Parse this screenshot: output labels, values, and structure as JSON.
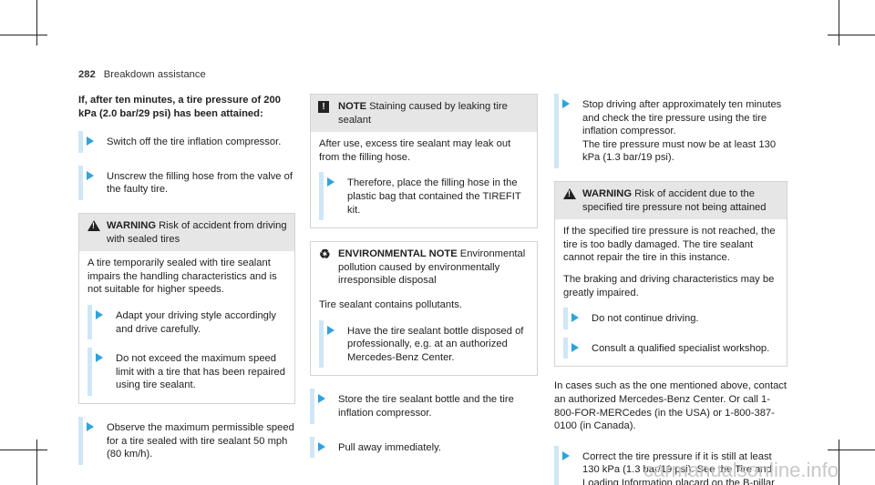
{
  "header": {
    "page_number": "282",
    "section": "Breakdown assistance"
  },
  "col1": {
    "heading": "If, after ten minutes, a tire pressure of 200 kPa (2.0 bar/29 psi) has been attained:",
    "steps": [
      "Switch off the tire inflation compressor.",
      "Unscrew the filling hose from the valve of the faulty tire."
    ],
    "warning": {
      "label": "WARNING",
      "title": "Risk of accident from driving with sealed tires",
      "body": "A tire temporarily sealed with tire sealant impairs the handling characteristics and is not suitable for higher speeds.",
      "steps": [
        "Adapt your driving style accordingly and drive carefully.",
        "Do not exceed the maximum speed limit with a tire that has been repaired using tire sealant."
      ]
    },
    "final_step": "Observe the maximum permissible speed for a tire sealed with tire sealant 50 mph (80 km/h)."
  },
  "col2": {
    "note": {
      "label": "NOTE",
      "title": "Staining caused by leaking tire sealant",
      "body": "After use, excess tire sealant may leak out from the filling hose.",
      "step": "Therefore, place the filling hose in the plastic bag that contained the TIREFIT kit."
    },
    "env": {
      "label": "ENVIRONMENTAL NOTE",
      "title": "Environmental pollution caused by environmentally irresponsible disposal",
      "body": "Tire sealant contains pollutants.",
      "step": "Have the tire sealant bottle disposed of professionally, e.g. at an authorized Mercedes-Benz Center."
    },
    "steps": [
      "Store the tire sealant bottle and the tire inflation compressor.",
      "Pull away immediately."
    ]
  },
  "col3": {
    "step1": "Stop driving after approximately ten minutes and check the tire pressure using the tire inflation compressor.",
    "step1_b": "The tire pressure must now be at least 130 kPa (1.3 bar/19 psi).",
    "warning": {
      "label": "WARNING",
      "title": "Risk of accident due to the specified tire pressure not being attained",
      "body1": "If the specified tire pressure is not reached, the tire is too badly damaged. The tire sealant cannot repair the tire in this instance.",
      "body2": "The braking and driving characteristics may be greatly impaired.",
      "steps": [
        "Do not continue driving.",
        "Consult a qualified specialist workshop."
      ]
    },
    "para": "In cases such as the one mentioned above, contact an authorized Mercedes-Benz Center. Or call 1-800-FOR-MERCedes (in the USA) or 1-800-387-0100 (in Canada).",
    "last_step": "Correct the tire pressure if it is still at least 130 kPa (1.3 bar/19 psi). See the Tire and Loading Information placard on the B-pillar"
  },
  "watermark": "carmanualsonline.info"
}
